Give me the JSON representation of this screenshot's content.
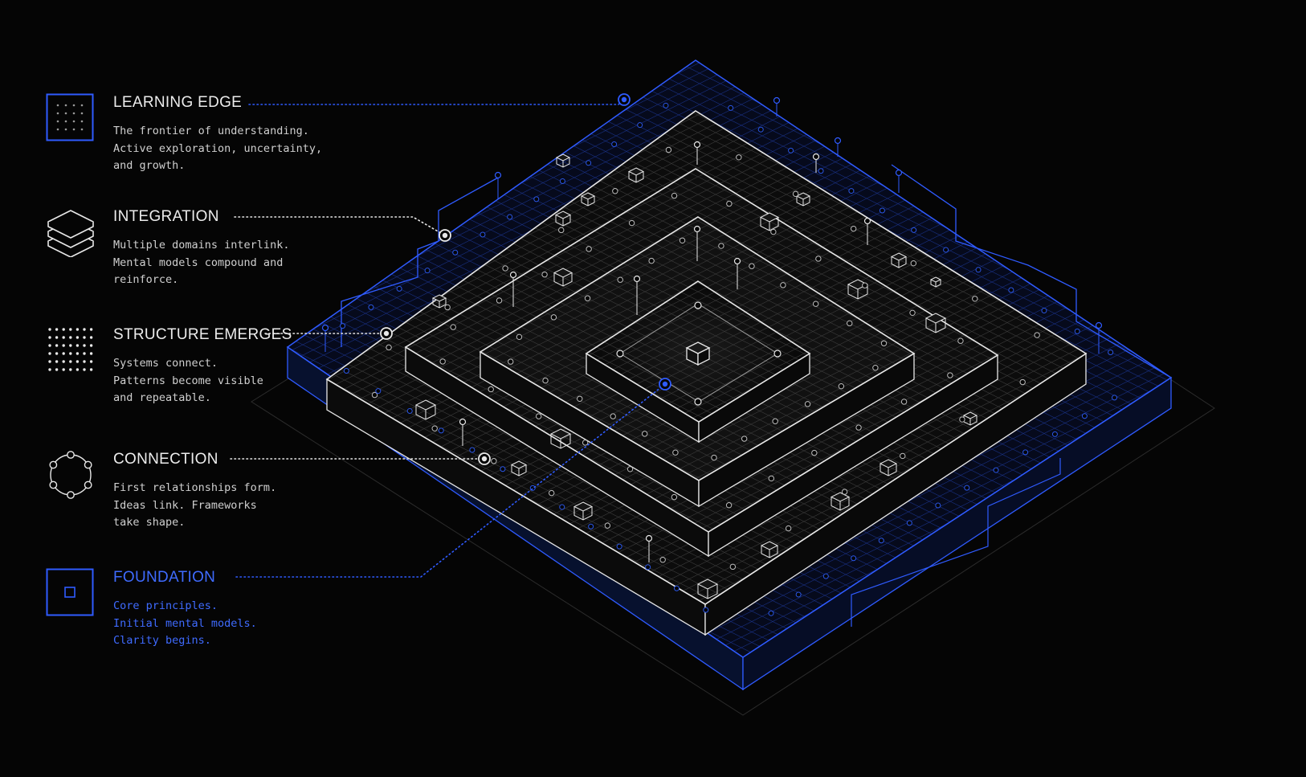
{
  "colors": {
    "accent": "#2f5bff",
    "line": "#e8e8e8",
    "background": "#050505"
  },
  "legend": [
    {
      "key": "learning-edge",
      "title": "LEARNING EDGE",
      "lines": [
        "The frontier of understanding.",
        "Active exploration, uncertainty,",
        "and growth."
      ],
      "icon": "grid-square-icon",
      "accent": false
    },
    {
      "key": "integration",
      "title": "INTEGRATION",
      "lines": [
        "Multiple domains interlink.",
        "Mental models compound and",
        "reinforce."
      ],
      "icon": "layer-stack-icon",
      "accent": false
    },
    {
      "key": "structure-emerges",
      "title": "STRUCTURE EMERGES",
      "lines": [
        "Systems connect.",
        "Patterns become visible",
        "and repeatable."
      ],
      "icon": "dot-grid-icon",
      "accent": false
    },
    {
      "key": "connection",
      "title": "CONNECTION",
      "lines": [
        "First relationships form.",
        "Ideas link. Frameworks",
        "take shape."
      ],
      "icon": "node-ring-icon",
      "accent": false
    },
    {
      "key": "foundation",
      "title": "FOUNDATION",
      "lines": [
        "Core principles.",
        "Initial mental models.",
        "Clarity begins."
      ],
      "icon": "nested-square-icon",
      "accent": true
    }
  ]
}
